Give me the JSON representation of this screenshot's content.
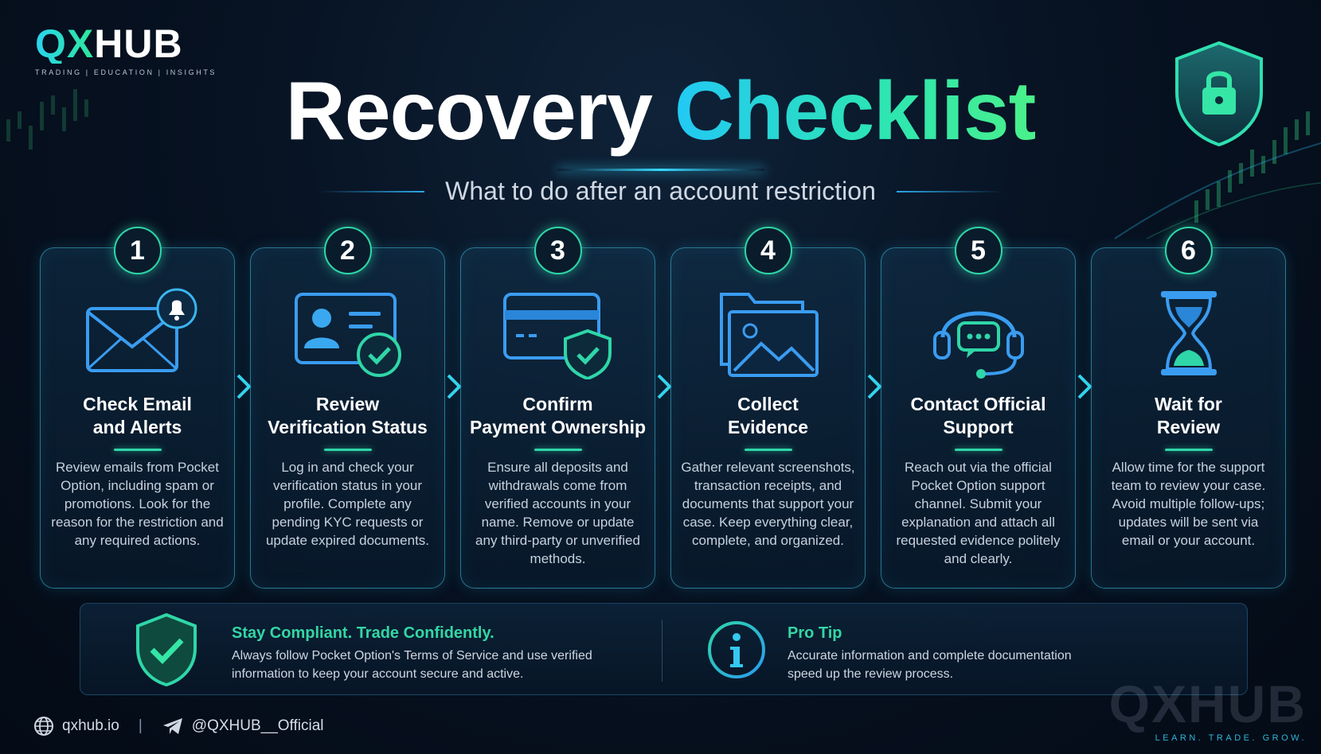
{
  "brand": {
    "name_part1": "QX",
    "name_part2": "HUB",
    "tagline": "TRADING | EDUCATION | INSIGHTS"
  },
  "title": {
    "part1": "Recovery",
    "part2": "Checklist"
  },
  "subtitle": "What to do after an account restriction",
  "steps": [
    {
      "number": "1",
      "icon": "envelope-bell-icon",
      "title_line1": "Check Email",
      "title_line2": "and Alerts",
      "desc": "Review emails from Pocket Option, including spam or promotions. Look for the reason for the restriction and any required actions."
    },
    {
      "number": "2",
      "icon": "id-card-check-icon",
      "title_line1": "Review",
      "title_line2": "Verification Status",
      "desc": "Log in and check your verification status in your profile. Complete any pending KYC requests or update expired documents."
    },
    {
      "number": "3",
      "icon": "credit-card-shield-icon",
      "title_line1": "Confirm",
      "title_line2": "Payment Ownership",
      "desc": "Ensure all deposits and withdrawals come from verified accounts in your name. Remove or update any third-party or unverified methods."
    },
    {
      "number": "4",
      "icon": "folder-image-icon",
      "title_line1": "Collect",
      "title_line2": "Evidence",
      "desc": "Gather relevant screenshots, transaction receipts, and documents that support your case. Keep everything clear, complete, and organized."
    },
    {
      "number": "5",
      "icon": "headset-chat-icon",
      "title_line1": "Contact Official",
      "title_line2": "Support",
      "desc": "Reach out via the official Pocket Option support channel. Submit your explanation and attach all requested evidence politely and clearly."
    },
    {
      "number": "6",
      "icon": "hourglass-icon",
      "title_line1": "Wait for",
      "title_line2": "Review",
      "desc": "Allow time for the support team to review your case. Avoid multiple follow-ups; updates will be sent via email or your account."
    }
  ],
  "footer": {
    "compliance_heading": "Stay Compliant. Trade Confidently.",
    "compliance_text_line1": "Always follow Pocket Option's Terms of Service and use verified",
    "compliance_text_line2": "information to keep your account secure and active.",
    "tip_heading": "Pro Tip",
    "tip_text_line1": "Accurate information and complete documentation",
    "tip_text_line2": "speed up the review process."
  },
  "social": {
    "website": "qxhub.io",
    "separator": "|",
    "telegram": "@QXHUB__Official"
  },
  "watermark": {
    "logo": "QXHUB",
    "tagline": "LEARN. TRADE. GROW."
  },
  "colors": {
    "accent_cyan": "#22c9f4",
    "accent_green": "#2fd6a8",
    "background": "#071222"
  }
}
